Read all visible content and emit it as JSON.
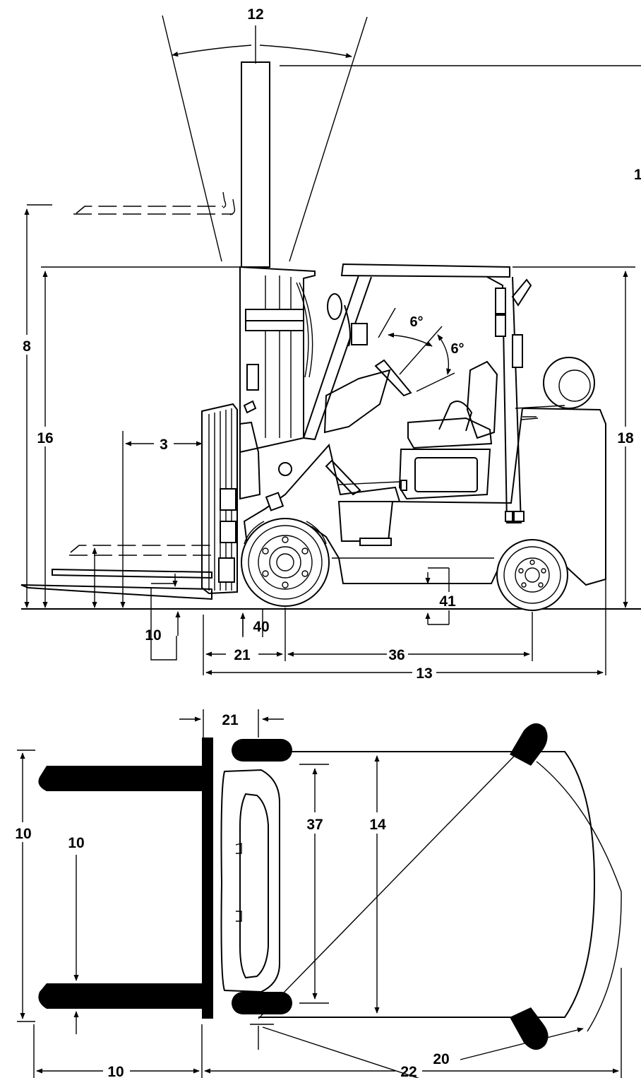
{
  "side_view": {
    "labels": {
      "mast_tilt": "12",
      "lowered_mast_height": "16",
      "max_fork_height": "8",
      "load_center": "3",
      "overhead_guard_height": "18",
      "fork_thickness": "10",
      "ground_clearance_mast": "40",
      "ground_clearance_center": "41",
      "front_overhang": "21",
      "wheelbase": "36",
      "overall_length": "13",
      "extended_height_partial": "1"
    },
    "angles": {
      "steer_tilt_forward": "6°",
      "steer_tilt_back": "6°"
    }
  },
  "top_view": {
    "labels": {
      "front_overhang": "21",
      "fork_spread": "10",
      "fork_width": "10",
      "tread": "37",
      "overall_width": "14",
      "turning_radius": "20",
      "fork_length": "10",
      "length_to_fork_face": "22"
    }
  }
}
